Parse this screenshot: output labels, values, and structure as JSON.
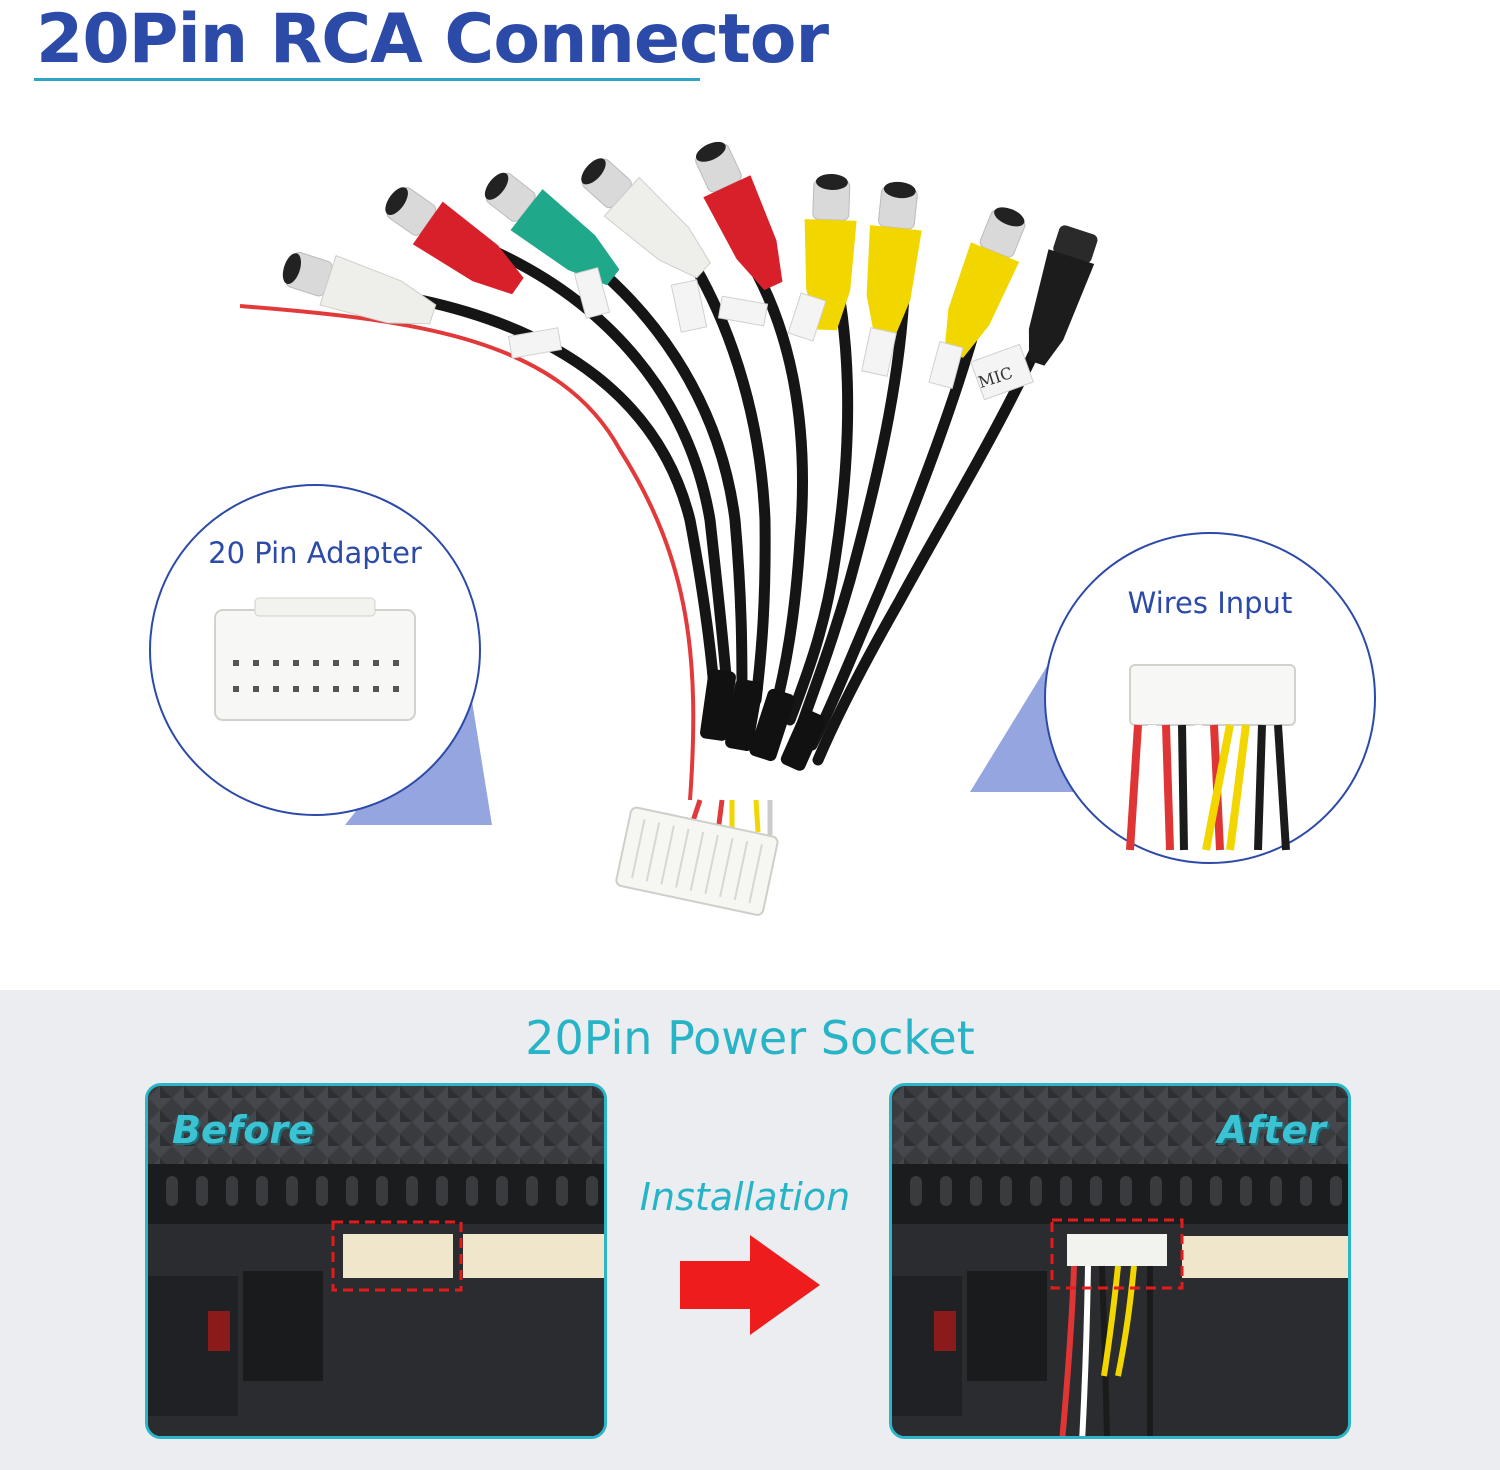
{
  "header": {
    "title": "20Pin RCA Connector"
  },
  "callouts": {
    "adapter": {
      "label": "20 Pin Adapter",
      "icon": "connector-icon"
    },
    "wires": {
      "label": "Wires Input",
      "icon": "wire-plug-icon"
    }
  },
  "cable_labels": [
    "MIC"
  ],
  "rca_plug_colors": [
    "#e8e8e4",
    "#d8202a",
    "#1fa88a",
    "#e8e8e4",
    "#d8202a",
    "#f2d600",
    "#f2d600",
    "#f2d600",
    "#1c1c1c"
  ],
  "installation": {
    "title": "20Pin Power Socket",
    "before_label": "Before",
    "after_label": "After",
    "action_label": "Installation"
  },
  "colors": {
    "title_blue": "#2c4aa8",
    "accent_teal": "#27b4c6",
    "highlight_red": "#e31b1b",
    "callout_fill": "#8ea0de"
  }
}
